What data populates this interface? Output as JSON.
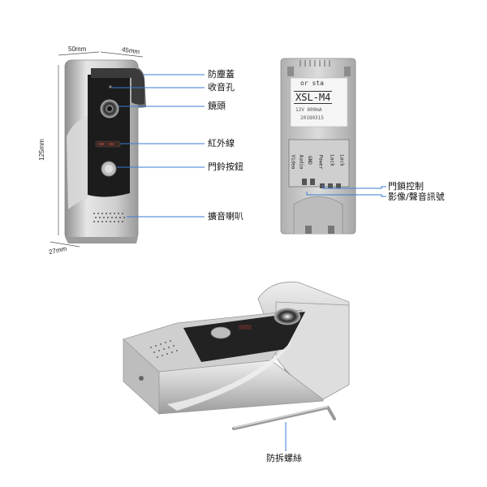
{
  "dimensions": {
    "width": "50mm",
    "depth": "45mm",
    "height": "125mm",
    "thickness": "27mm"
  },
  "front_callouts": {
    "dust_cover": "防塵蓋",
    "microphone": "收音孔",
    "lens": "鏡頭",
    "infrared": "紅外線",
    "doorbell_button": "門鈴按鈕",
    "speaker": "擴音喇叭"
  },
  "back_label": {
    "top_text": "or sta",
    "model": "XSL-M4",
    "small_line_1": "12V  600mA",
    "small_line_2": "20180315"
  },
  "terminals": [
    "Video",
    "Audio",
    "GND",
    "Power",
    "Lock",
    "Lock"
  ],
  "back_callouts": {
    "lock_control": "門鎖控制",
    "video_audio": "影像/聲音訊號"
  },
  "bottom_callouts": {
    "anti_tamper_screw": "防拆螺絲"
  },
  "colors": {
    "callout_line": "#3a7bd5",
    "silver": "#c9c9c9",
    "panel_black": "#1c1c1c"
  }
}
